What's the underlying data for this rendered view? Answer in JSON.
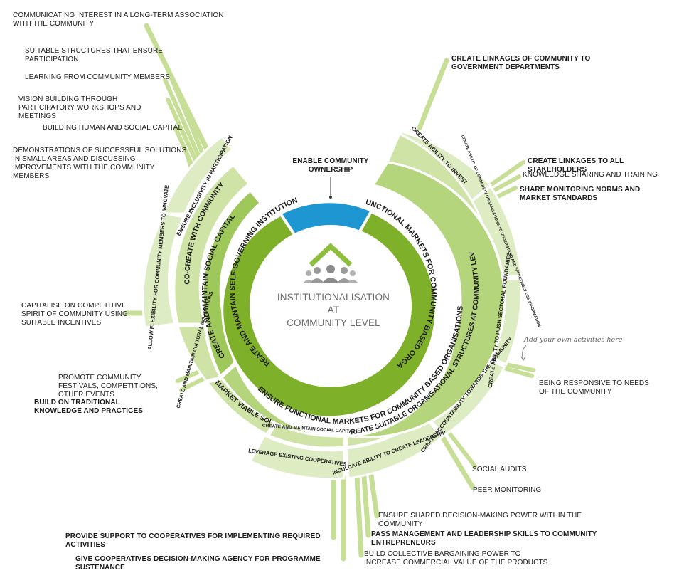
{
  "center": {
    "lines": [
      "INSTITUTIONALISATION",
      "AT",
      "COMMUNITY LEVEL"
    ]
  },
  "top_callout": "ENABLE COMMUNITY OWNERSHIP",
  "ring1": {
    "left": "CREATE AND MAINTAIN SELF-GOVERNING INSTITUTIONS",
    "right": "CREATE FUNCTIONAL MARKETS FOR COMMUNITY BASED ORGANISATIONS"
  },
  "ring2": {
    "left": "CREATE AND MAINTAIN SOCIAL CAPITAL",
    "bottom": "ENSURE FUNCTIONAL MARKETS FOR COMMUNITY BASED ORGANISATIONS"
  },
  "ring3": {
    "left_top": "CO-CREATE WITH COMMUNITY",
    "left_bottom": "CREATE AND MAINTAIN CULTURAL INSTITUTIONS",
    "bottom_left": "SET UP MARKET VIABLE SOLUTIONS",
    "bottom_mid": "CREATE AND MAINTAIN SOCIAL CAPITAL",
    "right": "CREATE SUITABLE ORGANISATIONAL STRUCTURES AT COMMUNITY LEVEL"
  },
  "ring4": {
    "ensure_inclusivity": "ENSURE INCLUSIVITY IN PARTICIPATION",
    "allow_flexibility": "ALLOW FLEXIBILITY FOR COMMUNITY MEMBERS TO INNOVATE",
    "create_ability_invest": "CREATE ABILITY TO INVEST",
    "create_ability_use": "CREATE ABILITY OF COMMUNITY ORGANISATIONS TO UNDERSTAND AND EFFECTIVELY USE INFORMATION",
    "create_ability_push": "CREATE ABILITY TO PUSH SECTORAL BOUNDARIES",
    "create_accountability": "CREATE ACCOUNTABILITY TOWARDS THE COMMUNITY",
    "inculcate": "INCULCATE ABILITY TO CREATE LEADERSHIP",
    "leverage": "LEVERAGE EXISTING COOPERATIVES"
  },
  "activities": {
    "communicating": "COMMUNICATING INTEREST IN A LONG-TERM ASSOCIATION WITH THE COMMUNITY",
    "suitable_structures": "SUITABLE STRUCTURES THAT ENSURE PARTICIPATION",
    "learning": "LEARNING FROM COMMUNITY MEMBERS",
    "vision": "VISION BUILDING THROUGH PARTICIPATORY WORKSHOPS AND MEETINGS",
    "human_capital": "BUILDING HUMAN AND SOCIAL CAPITAL",
    "demonstrations": "DEMONSTRATIONS OF SUCCESSFUL SOLUTIONS IN SMALL AREAS AND DISCUSSING IMPROVEMENTS WITH THE COMMUNITY MEMBERS",
    "capitalise": "CAPITALISE ON COMPETITIVE SPIRIT OF COMMUNITY USING SUITABLE INCENTIVES",
    "festivals": "PROMOTE COMMUNITY FESTIVALS, COMPETITIONS, OTHER EVENTS",
    "traditional": "BUILD ON TRADITIONAL KNOWLEDGE AND PRACTICES",
    "support_coops": "PROVIDE SUPPORT TO COOPERATIVES FOR IMPLEMENTING REQUIRED ACTIVITIES",
    "decision_agency": "GIVE COOPERATIVES DECISION-MAKING AGENCY FOR PROGRAMME SUSTENANCE",
    "bargaining": "BUILD COLLECTIVE BARGAINING POWER TO INCREASE COMMERCIAL VALUE OF THE PRODUCTS",
    "pass_mgmt": "PASS MANAGEMENT AND LEADERSHIP SKILLS TO COMMUNITY ENTREPRENEURS",
    "shared_power": "ENSURE SHARED DECISION-MAKING POWER WITHIN THE COMMUNITY",
    "peer_monitoring": "PEER MONITORING",
    "social_audits": "SOCIAL AUDITS",
    "responsive": "BEING RESPONSIVE TO NEEDS OF THE COMMUNITY",
    "govt_linkages": "CREATE LINKAGES OF COMMUNITY TO GOVERNMENT DEPARTMENTS",
    "stakeholders": "CREATE LINKAGES TO ALL STAKEHOLDERS",
    "knowledge_sharing": "KNOWLEDGE SHARING AND TRAINING",
    "monitoring_norms": "SHARE MONITORING NORMS AND MARKET STANDARDS"
  },
  "note": "Add your own activities here",
  "colors": {
    "blue": "#1e96d1",
    "green_dark": "#7fb02a",
    "green_mid": "#b5d57c",
    "green_light": "#cfe3a6",
    "green_pale": "#deecc3",
    "line": "#c7de96"
  }
}
